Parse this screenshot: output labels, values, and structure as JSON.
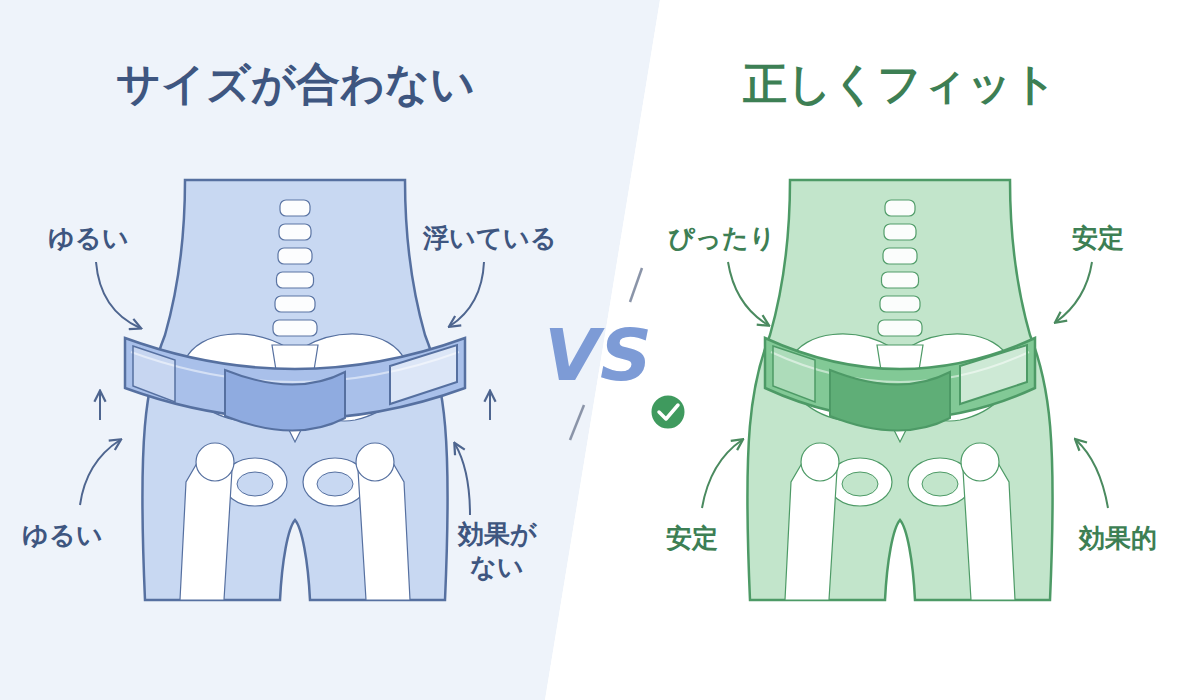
{
  "diagram": {
    "nodes": [
      {
        "text": [
          "サイズが合わない"
        ]
      },
      {
        "text": [
          "正しくフィット"
        ]
      }
    ],
    "labels": [
      "ゆるい",
      "浮いている",
      "ゆるい",
      "効果が ない",
      "VS",
      "ぴったり",
      "安定",
      "安定",
      "効果的"
    ]
  }
}
